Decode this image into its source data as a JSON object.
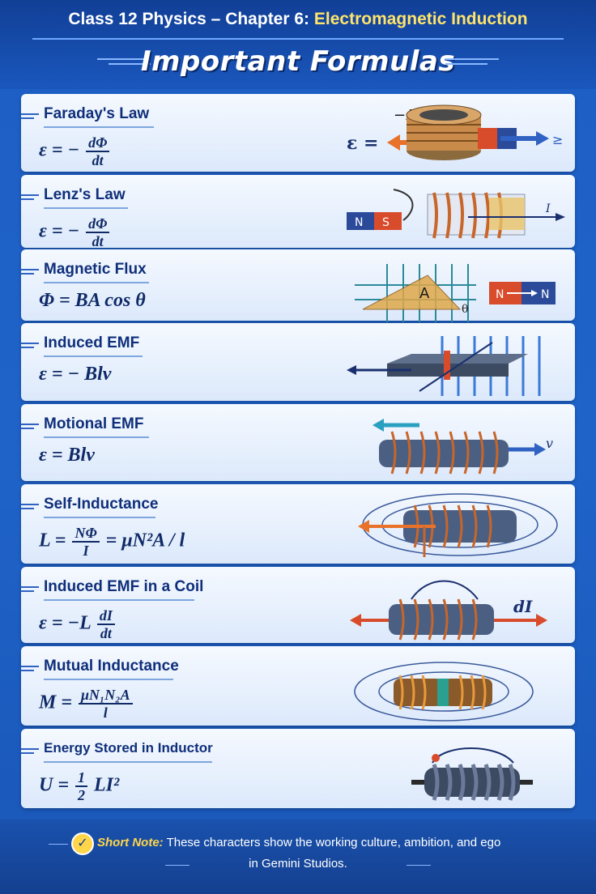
{
  "header": {
    "subtitle_prefix": "Class 12 Physics – Chapter 6:",
    "subtitle_accent": "Electromagnetic Induction",
    "title": "Important Formulas"
  },
  "formulas": [
    {
      "name": "Faraday's Law",
      "lhs": "ε = −",
      "num": "dΦ",
      "den": "dt",
      "rest": "",
      "illustration_labels": [
        "−ΔΦ",
        "ε ="
      ]
    },
    {
      "name": "Lenz's Law",
      "lhs": "ε = −",
      "num": "dΦ",
      "den": "dt",
      "rest": "",
      "illustration_labels": [
        "N",
        "S",
        "I"
      ]
    },
    {
      "name": "Magnetic Flux",
      "lhs": "Φ = BA cos θ",
      "num": "",
      "den": "",
      "rest": "",
      "illustration_labels": [
        "A",
        "θ",
        "N",
        "N"
      ]
    },
    {
      "name": "Induced EMF",
      "lhs": "ε = − Blv",
      "num": "",
      "den": "",
      "rest": "",
      "illustration_labels": []
    },
    {
      "name": "Motional EMF",
      "lhs": "ε = Blv",
      "num": "",
      "den": "",
      "rest": "",
      "illustration_labels": [
        "v"
      ]
    },
    {
      "name": "Self-Inductance",
      "lhs": "L =",
      "num": "NΦ",
      "den": "I",
      "rest": "= μN²A / l",
      "illustration_labels": []
    },
    {
      "name": "Induced EMF in a Coil",
      "lhs": "ε = −L",
      "num": "dI",
      "den": "dt",
      "rest": "",
      "illustration_labels": [
        "dI"
      ]
    },
    {
      "name": "Mutual Inductance",
      "lhs": "M =",
      "num": "μN₁N₂A",
      "den": "l",
      "rest": "",
      "illustration_labels": []
    },
    {
      "name": "Energy Stored in Inductor",
      "lhs": "U =",
      "num": "1",
      "den": "2",
      "rest": "LI²",
      "illustration_labels": []
    }
  ],
  "footer": {
    "check_icon": "check-circle-icon",
    "note_label": "Short Note:",
    "note_text": "These characters show the working culture, ambition, and ego",
    "note_text2": "in Gemini Studios."
  },
  "colors": {
    "background": "#1f63c9",
    "accent_yellow": "#ffe46b",
    "formula_text": "#0f2a66",
    "arrow_orange": "#e8722a",
    "arrow_blue": "#2f62c2",
    "coil_copper": "#c8662a"
  }
}
